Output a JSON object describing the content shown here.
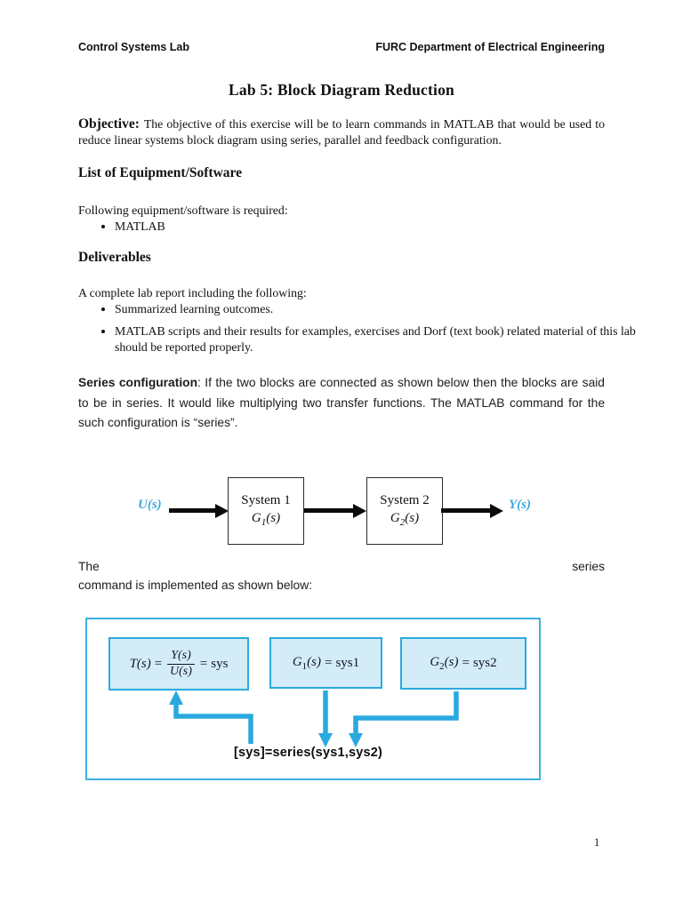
{
  "page": {
    "header_left": "Control Systems Lab",
    "header_right": "FURC Department of Electrical Engineering",
    "title": "Lab 5: Block Diagram Reduction",
    "page_number": "1"
  },
  "objective": {
    "label": "Objective:",
    "text": "The objective of this exercise will be to learn commands in MATLAB that would be used to reduce linear systems block diagram using series, parallel and feedback configuration."
  },
  "equipment": {
    "heading": "List of Equipment/Software",
    "intro": "Following equipment/software is required:",
    "items": [
      "MATLAB"
    ]
  },
  "deliverables": {
    "heading": "Deliverables",
    "intro": "A complete lab report including the following:",
    "items": [
      "Summarized learning outcomes.",
      "MATLAB scripts and their results for examples, exercises and Dorf (text book) related material of this lab should be reported properly."
    ]
  },
  "series_paragraph": {
    "label": "Series configuration",
    "text": ": If the two blocks are connected as shown below then the blocks are said to be in series. It would like multiplying two transfer functions. The MATLAB command for the such configuration is “series”."
  },
  "block_diagram": {
    "input_label": "U(s)",
    "output_label": "Y(s)",
    "block1": {
      "name": "System 1",
      "tf_base": "G",
      "tf_sub": "1",
      "tf_arg": "(s)"
    },
    "block2": {
      "name": "System 2",
      "tf_base": "G",
      "tf_sub": "2",
      "tf_arg": "(s)"
    }
  },
  "bridge_text": {
    "first_word": "The",
    "last_word": "series",
    "second_line": "command is implemented as shown below:"
  },
  "matlab_diagram": {
    "box1": {
      "lhs": "T(s)",
      "eq1": "=",
      "num": "Y(s)",
      "den": "U(s)",
      "eq2": "=",
      "rhs": "sys"
    },
    "box2": {
      "base": "G",
      "sub": "1",
      "arg": "(s)",
      "eq": "=",
      "rhs": "sys1"
    },
    "box3": {
      "base": "G",
      "sub": "2",
      "arg": "(s)",
      "eq": "=",
      "rhs": "sys2"
    },
    "command": "[sys]=series(sys1,sys2)"
  },
  "colors": {
    "accent_cyan": "#2ba9df",
    "box_fill": "#d3ecf8",
    "signal_label_blue": "#3fa8dc",
    "arrow_black": "#0b0b0b"
  }
}
